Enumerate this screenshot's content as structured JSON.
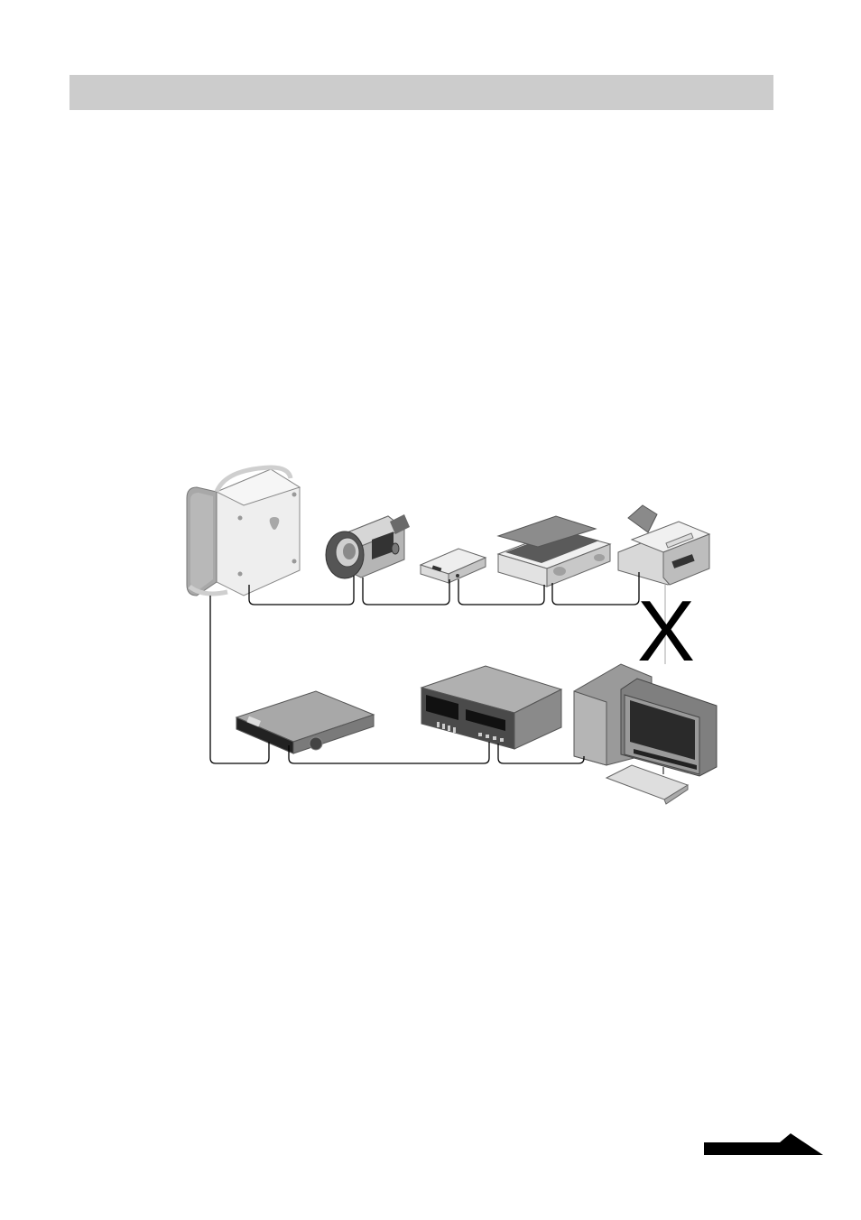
{
  "header": {
    "title": ""
  },
  "diagram": {
    "devices": [
      {
        "name": "power-mac-g4",
        "icon": "computer-tower-icon"
      },
      {
        "name": "camcorder",
        "icon": "camcorder-icon"
      },
      {
        "name": "external-drive",
        "icon": "hard-drive-icon"
      },
      {
        "name": "scanner",
        "icon": "scanner-icon"
      },
      {
        "name": "printer",
        "icon": "printer-icon"
      },
      {
        "name": "hub",
        "icon": "hub-icon"
      },
      {
        "name": "deck",
        "icon": "video-deck-icon"
      },
      {
        "name": "desktop-pc",
        "icon": "desktop-computer-icon"
      }
    ],
    "invalid_connection_marker": "X",
    "colors": {
      "cable": "#000000",
      "light_gray": "#e0e0e0",
      "mid_gray": "#a8a8a8",
      "dark_gray": "#404040"
    }
  },
  "navigation": {
    "next_icon": "arrow-right-icon"
  }
}
